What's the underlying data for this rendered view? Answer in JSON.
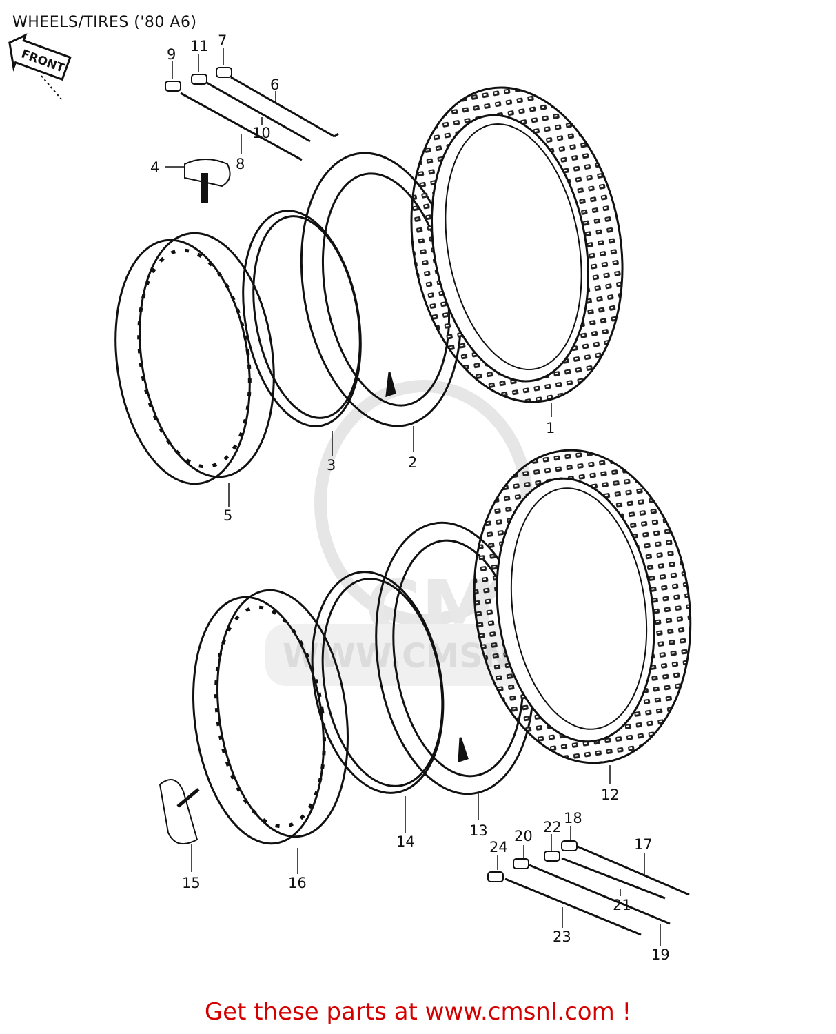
{
  "header": {
    "title": "WHEELS/TIRES ('80 A6)"
  },
  "diagram": {
    "front_arrow_label": "FRONT",
    "watermark_logo": "CMS",
    "watermark_url": "WWW.CMSNL.COM",
    "callouts": [
      "1",
      "2",
      "3",
      "4",
      "5",
      "6",
      "7",
      "8",
      "9",
      "10",
      "11",
      "12",
      "13",
      "14",
      "15",
      "16",
      "17",
      "18",
      "19",
      "20",
      "21",
      "22",
      "23",
      "24"
    ]
  },
  "footer": {
    "text": "Get these parts at www.cmsnl.com !"
  },
  "colors": {
    "line": "#111111",
    "footer": "#d40000",
    "watermark": "#e8e8e8"
  }
}
